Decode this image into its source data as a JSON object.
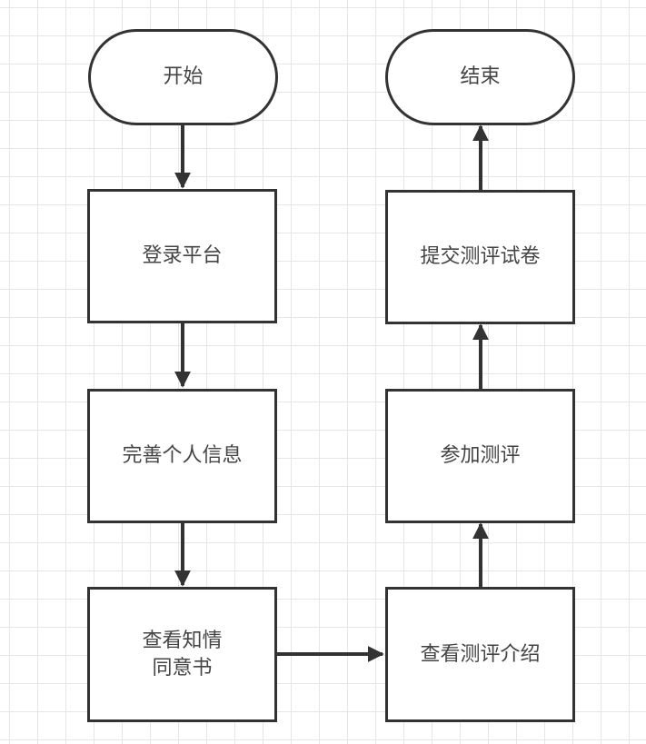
{
  "diagram": {
    "type": "flowchart",
    "colors": {
      "stroke": "#333333",
      "text": "#444444",
      "grid": "#e6e6e6",
      "background": "#ffffff"
    },
    "nodes": {
      "start": {
        "shape": "terminal",
        "label": "开始"
      },
      "login": {
        "shape": "process",
        "label": "登录平台"
      },
      "profile": {
        "shape": "process",
        "label": "完善个人信息"
      },
      "consent": {
        "shape": "process",
        "line1": "查看知情",
        "line2": "同意书"
      },
      "intro": {
        "shape": "process",
        "label": "查看测评介绍"
      },
      "take": {
        "shape": "process",
        "label": "参加测评"
      },
      "submit": {
        "shape": "process",
        "label": "提交测评试卷"
      },
      "end": {
        "shape": "terminal",
        "label": "结束"
      }
    },
    "edges": [
      {
        "from": "start",
        "to": "login"
      },
      {
        "from": "login",
        "to": "profile"
      },
      {
        "from": "profile",
        "to": "consent"
      },
      {
        "from": "consent",
        "to": "intro"
      },
      {
        "from": "intro",
        "to": "take"
      },
      {
        "from": "take",
        "to": "submit"
      },
      {
        "from": "submit",
        "to": "end"
      }
    ]
  }
}
